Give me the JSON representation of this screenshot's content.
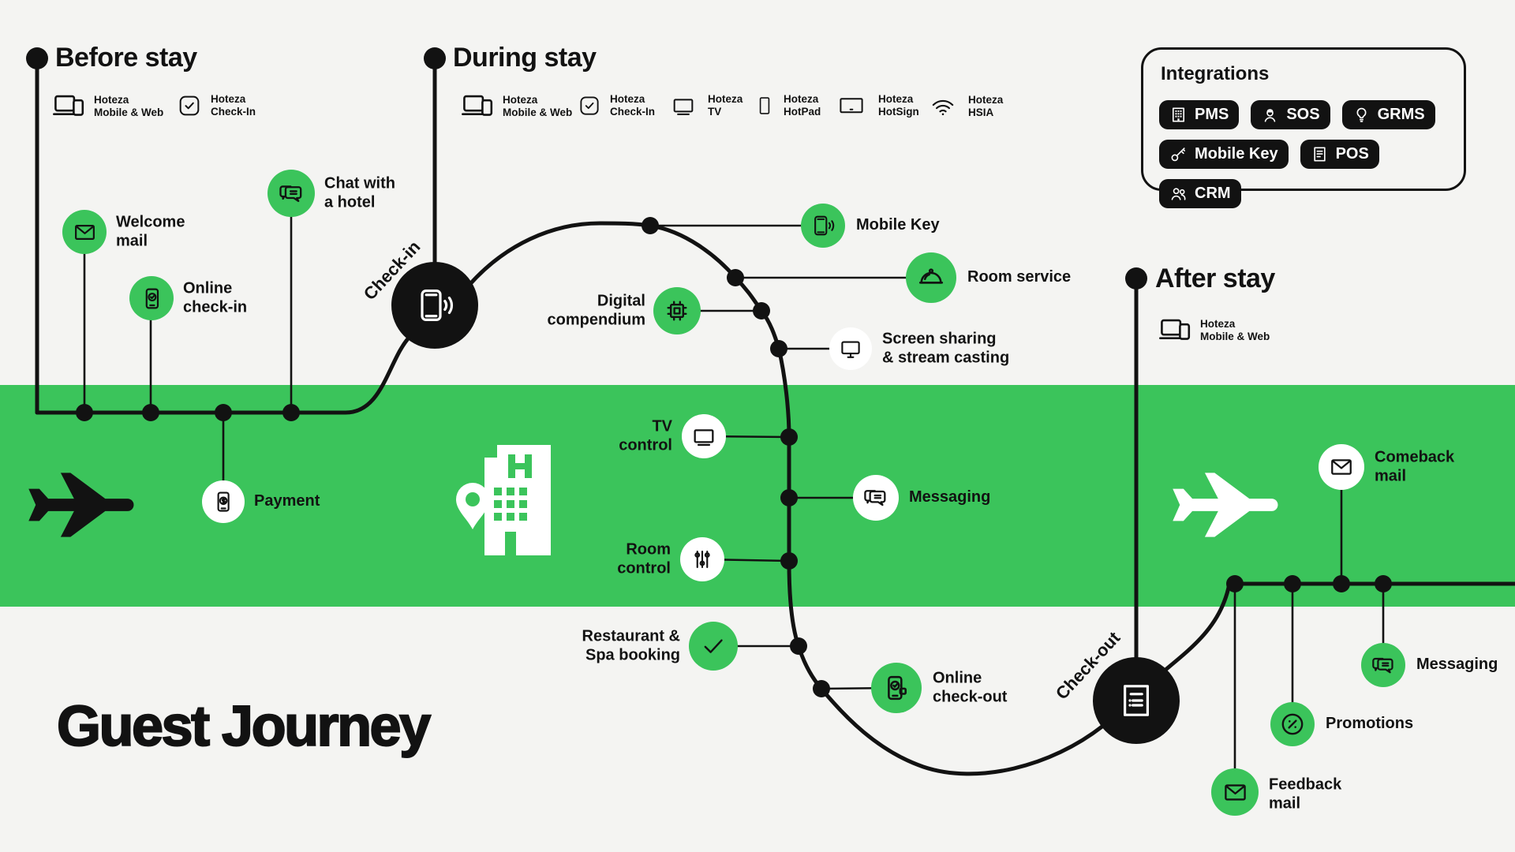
{
  "title": "Guest Journey",
  "colors": {
    "green": "#3BC45B",
    "black": "#121212",
    "background": "#F4F4F2",
    "white": "#FFFFFF"
  },
  "stages": {
    "before": {
      "label": "Before stay",
      "tools": [
        {
          "icon": "laptop-phone-icon",
          "label": "Hoteza\nMobile & Web"
        },
        {
          "icon": "checkbox-icon",
          "label": "Hoteza\nCheck-In"
        }
      ]
    },
    "during": {
      "label": "During stay",
      "tools": [
        {
          "icon": "laptop-phone-icon",
          "label": "Hoteza\nMobile & Web"
        },
        {
          "icon": "checkbox-icon",
          "label": "Hoteza\nCheck-In"
        },
        {
          "icon": "tv-icon",
          "label": "Hoteza\nTV"
        },
        {
          "icon": "tablet-icon",
          "label": "Hoteza\nHotPad"
        },
        {
          "icon": "display-icon",
          "label": "Hoteza\nHotSign"
        },
        {
          "icon": "wifi-icon",
          "label": "Hoteza\nHSIA"
        }
      ]
    },
    "after": {
      "label": "After stay",
      "tools": [
        {
          "icon": "laptop-phone-icon",
          "label": "Hoteza\nMobile & Web"
        }
      ]
    }
  },
  "milestones": {
    "checkin": {
      "label": "Check-in"
    },
    "checkout": {
      "label": "Check-out"
    }
  },
  "nodes": {
    "welcome_mail": {
      "label": "Welcome\nmail"
    },
    "online_checkin": {
      "label": "Online\ncheck-in"
    },
    "chat_with_hotel": {
      "label": "Chat with\na hotel"
    },
    "payment": {
      "label": "Payment"
    },
    "mobile_key": {
      "label": "Mobile Key"
    },
    "room_service": {
      "label": "Room service"
    },
    "digital_compendium": {
      "label": "Digital\ncompendium"
    },
    "screen_sharing": {
      "label": "Screen sharing\n& stream casting"
    },
    "tv_control": {
      "label": "TV\ncontrol"
    },
    "messaging_during": {
      "label": "Messaging"
    },
    "room_control": {
      "label": "Room\ncontrol"
    },
    "restaurant_spa": {
      "label": "Restaurant &\nSpa booking"
    },
    "online_checkout": {
      "label": "Online\ncheck-out"
    },
    "comeback_mail": {
      "label": "Comeback\nmail"
    },
    "messaging_after": {
      "label": "Messaging"
    },
    "promotions": {
      "label": "Promotions"
    },
    "feedback_mail": {
      "label": "Feedback\nmail"
    }
  },
  "integrations": {
    "title": "Integrations",
    "items": [
      {
        "icon": "building-grid-icon",
        "label": "PMS"
      },
      {
        "icon": "bellboy-icon",
        "label": "SOS"
      },
      {
        "icon": "lightbulb-icon",
        "label": "GRMS"
      },
      {
        "icon": "key-icon",
        "label": "Mobile Key"
      },
      {
        "icon": "receipt-icon",
        "label": "POS"
      },
      {
        "icon": "people-icon",
        "label": "CRM"
      }
    ]
  }
}
